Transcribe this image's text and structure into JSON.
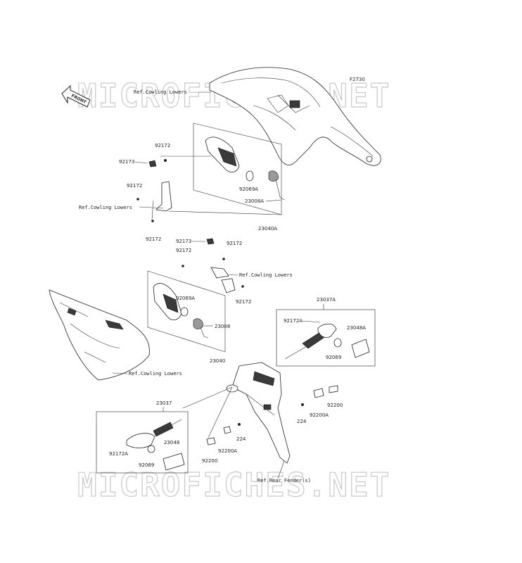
{
  "diagram_code": "F2730",
  "watermark": "MICROFICHES.NET",
  "front_arrow_label": "FRONT",
  "labels": {
    "ref_cowling_lowers": "Ref.Cowling Lowers",
    "ref_rear_fender": "Ref.Rear Fender(s)",
    "p92172": "92172",
    "p92173": "92173",
    "p92069a": "92069A",
    "p23008a": "23008A",
    "p23040a": "23040A",
    "p23008": "23008",
    "p23040": "23040",
    "p23037a": "23037A",
    "p92172a": "92172A",
    "p23048a": "23048A",
    "p92069": "92069",
    "p224": "224",
    "p92200a": "92200A",
    "p92200": "92200",
    "p23037": "23037",
    "p23048": "23048"
  }
}
